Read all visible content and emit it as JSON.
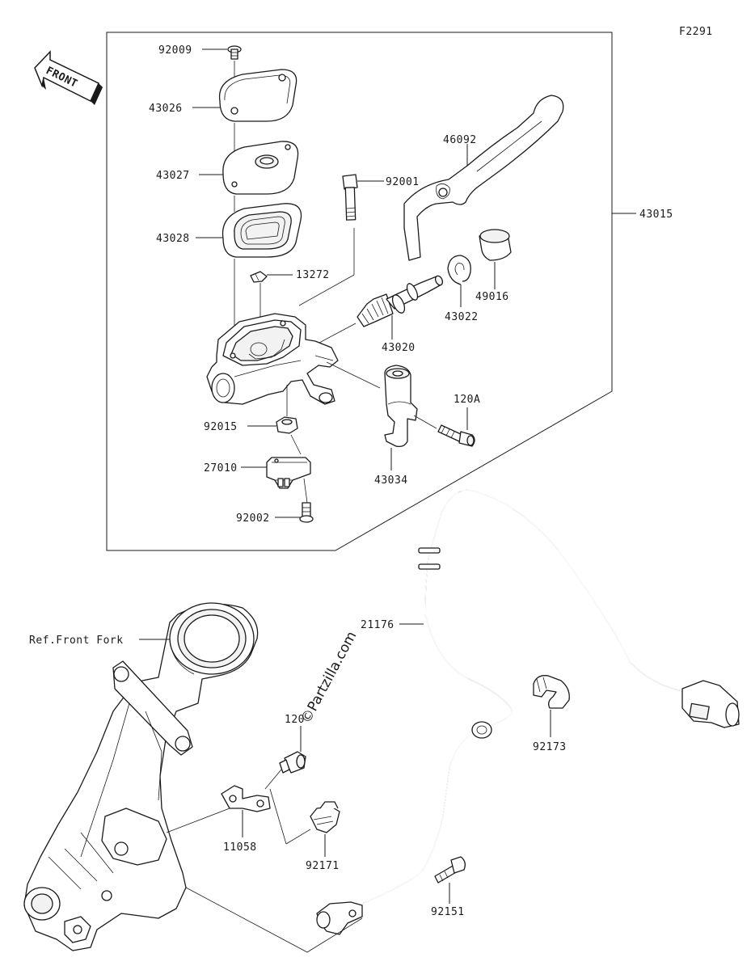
{
  "figure_code": "F2291",
  "front_label": "FRONT",
  "watermark": "©Partzilla.com",
  "reference_label": "Ref.Front Fork",
  "parts": {
    "p92009": "92009",
    "p43026": "43026",
    "p43027": "43027",
    "p43028": "43028",
    "p13272": "13272",
    "p92001": "92001",
    "p46092": "46092",
    "p43015": "43015",
    "p49016": "49016",
    "p43022": "43022",
    "p43020": "43020",
    "p120A": "120A",
    "p92015": "92015",
    "p27010": "27010",
    "p43034": "43034",
    "p92002": "92002",
    "p21176": "21176",
    "p92173": "92173",
    "p120": "120",
    "p11058": "11058",
    "p92171": "92171",
    "p92151": "92151"
  }
}
